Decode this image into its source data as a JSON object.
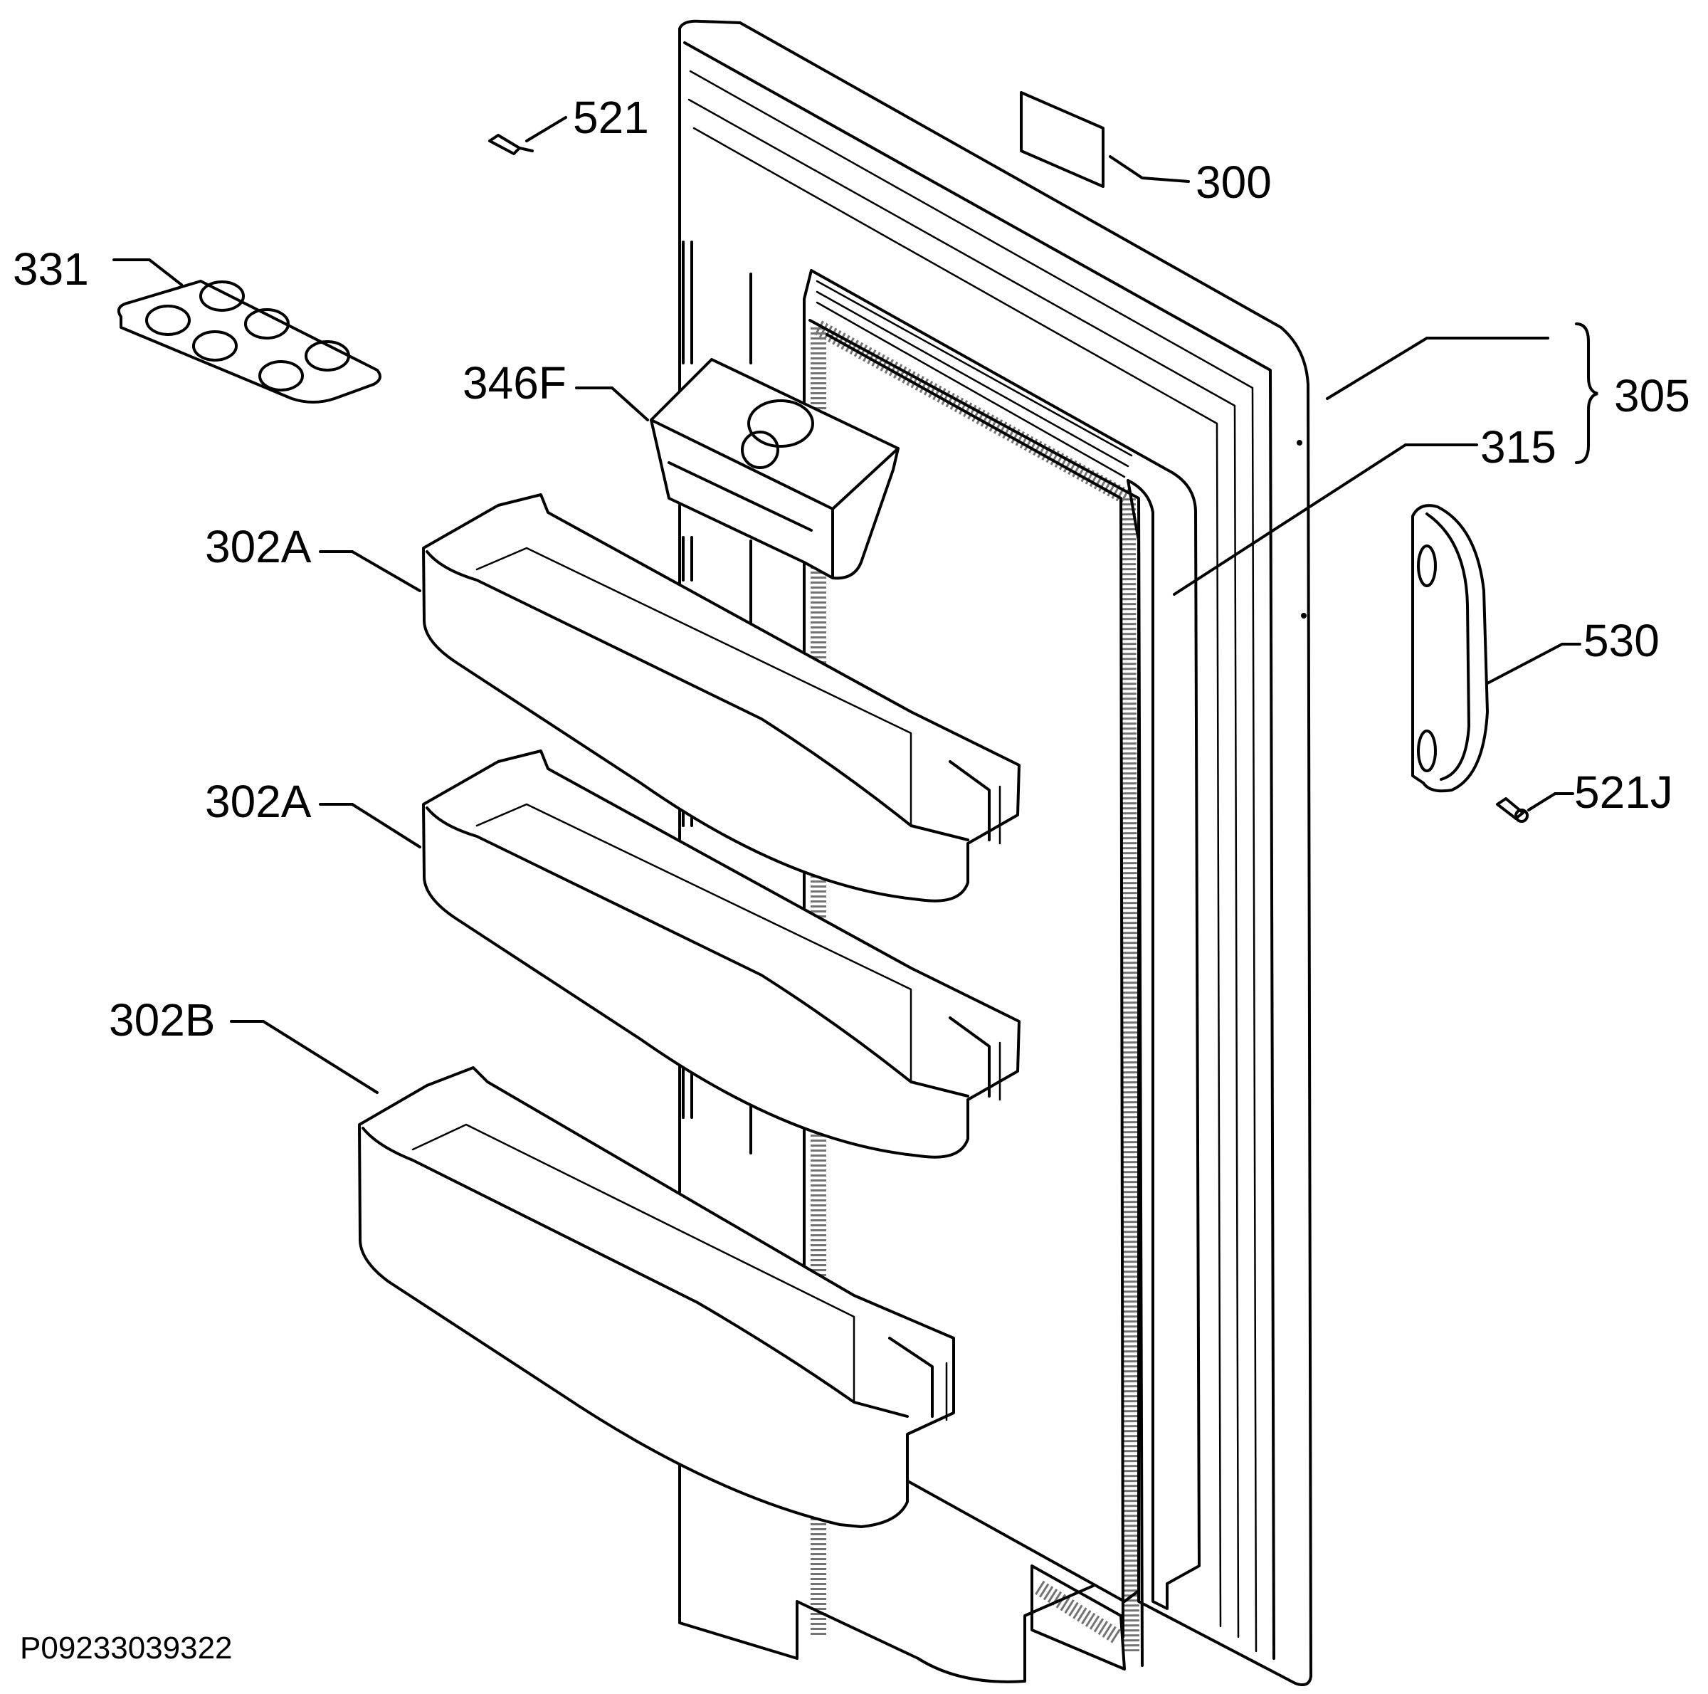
{
  "diagram": {
    "reference_code": "P09233039322",
    "callouts": {
      "screw_top": "521",
      "rating_label": "300",
      "egg_tray": "331",
      "door_assembly": "305",
      "butter_compartment": "346F",
      "door_gasket": "315",
      "shelf_upper": "302A",
      "shelf_middle": "302A",
      "handle": "530",
      "screw_handle": "521J",
      "shelf_bottom": "302B"
    }
  }
}
